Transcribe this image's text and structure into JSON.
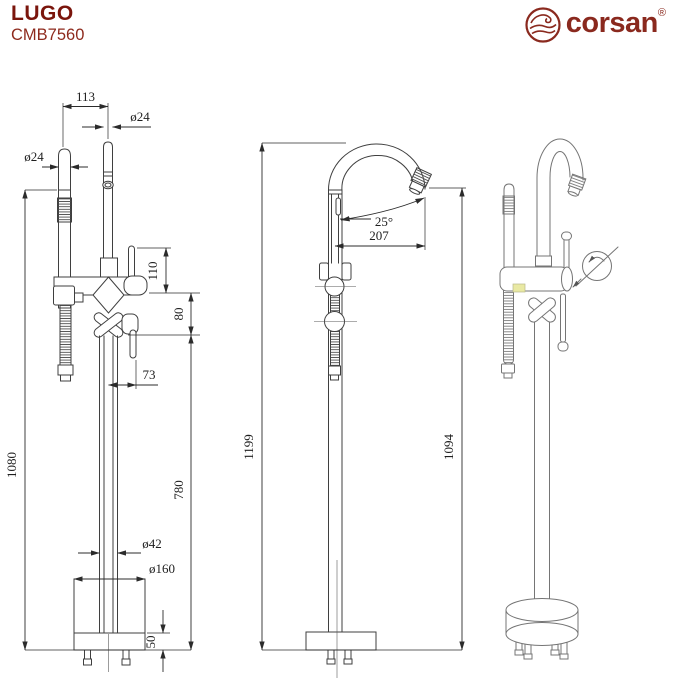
{
  "header": {
    "product_name": "LUGO",
    "product_code": "CMB7560",
    "brand": {
      "name": "corsan",
      "registered_mark": "®",
      "logo_icon": "wave-circle-logo"
    }
  },
  "colors": {
    "product_name": "#7A150C",
    "product_code": "#8E2A1D",
    "brand": "#8A291E",
    "drawing_line": "#3F3F3F",
    "perspective_line": "#757575",
    "holder_clip_highlight": "#E9E9A3"
  },
  "drawing": {
    "side_view": {
      "label": "side-elevation",
      "dims": {
        "center_spacing": "113",
        "spout_pipe_dia": "ø24",
        "handshower_dia": "ø24",
        "lever_to_body_height": "110",
        "valve_spacing": "80",
        "handle_offset": "73",
        "handshower_top_height": "1080",
        "valve_center_height": "780",
        "column_dia": "ø42",
        "base_dia": "ø160",
        "base_height": "50"
      }
    },
    "front_view": {
      "label": "front-elevation",
      "dims": {
        "spout_angle": "25°",
        "spout_reach": "207",
        "overall_height": "1199",
        "outlet_height": "1094"
      }
    },
    "perspective_view": {
      "label": "perspective",
      "swivel_icon": "swivel-rotation-indicator"
    }
  }
}
